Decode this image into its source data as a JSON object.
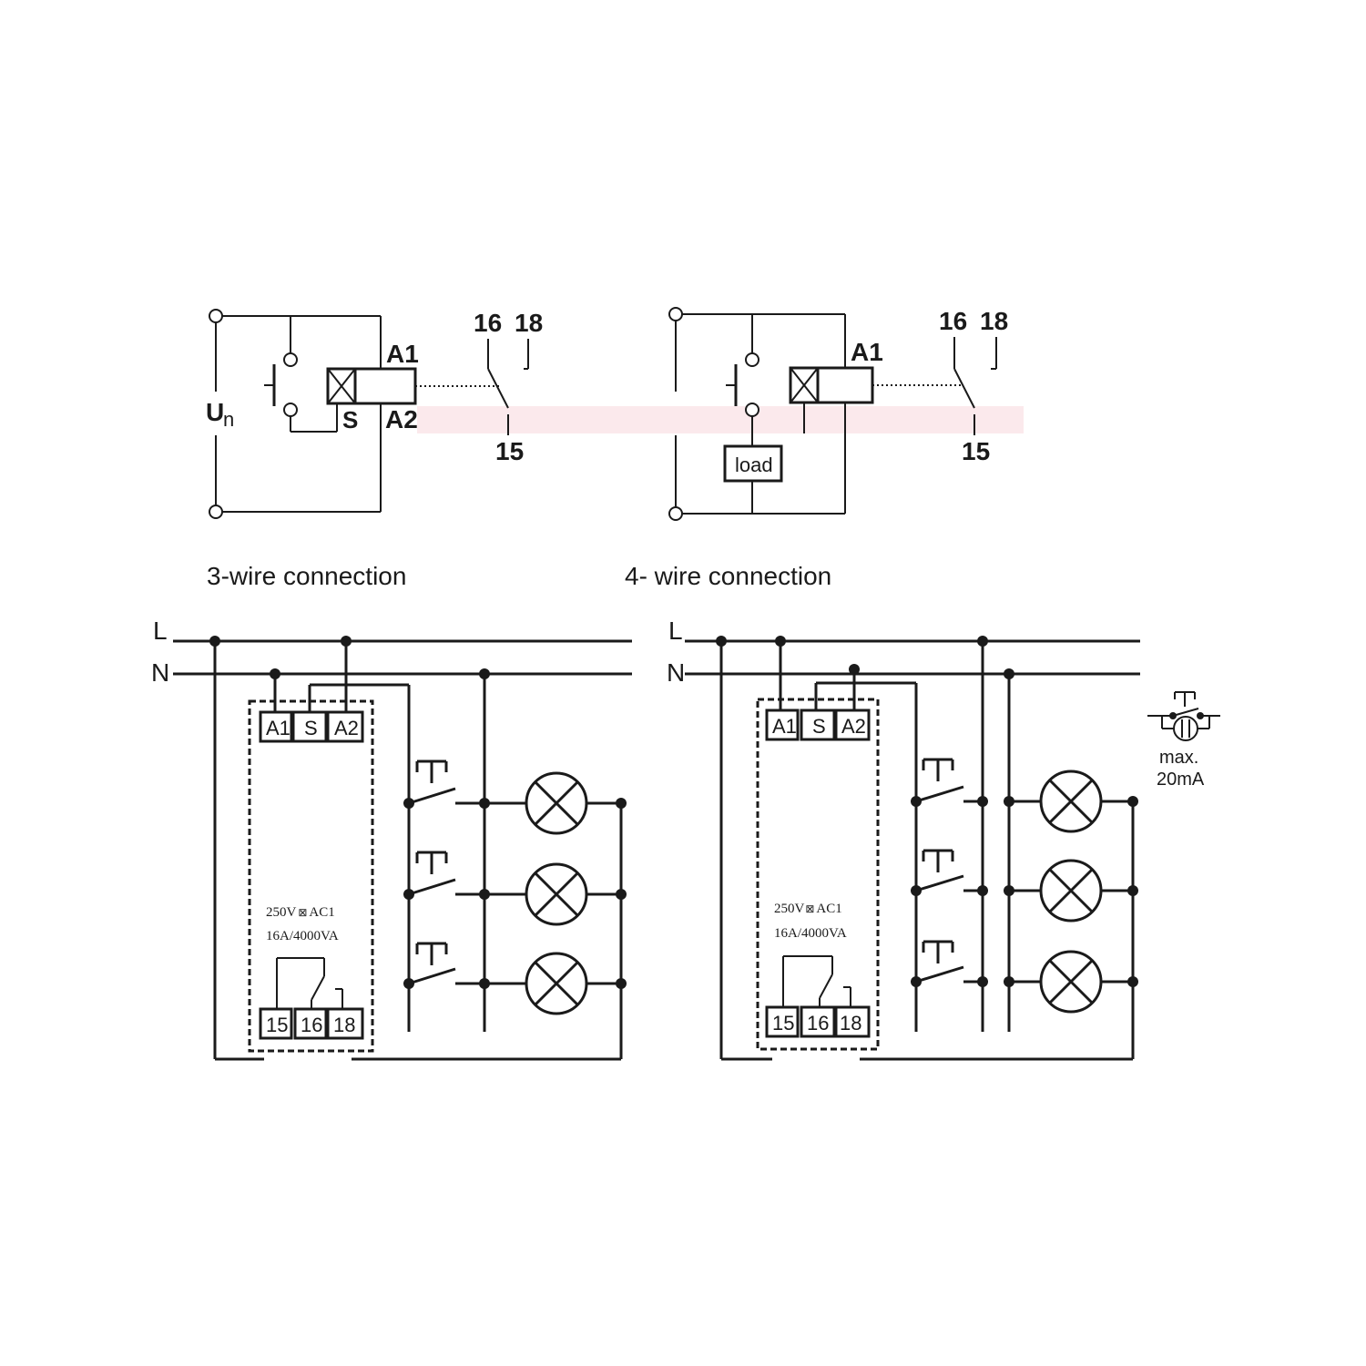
{
  "colors": {
    "line": "#1a1a1a",
    "highlight": "#fbe9ec",
    "background": "#ffffff"
  },
  "top_left": {
    "supply_label": "U",
    "supply_subscript": "n",
    "a1": "A1",
    "a2": "A2",
    "s": "S",
    "t16": "16",
    "t18": "18",
    "t15": "15",
    "caption": "3-wire connection"
  },
  "top_right": {
    "a1": "A1",
    "load": "load",
    "t16": "16",
    "t18": "18",
    "t15": "15",
    "caption": "4- wire connection"
  },
  "bottom_left": {
    "line_l": "L",
    "line_n": "N",
    "terminals_top": [
      "A1",
      "S",
      "A2"
    ],
    "terminals_bottom": [
      "15",
      "16",
      "18"
    ],
    "rating_1_pre": "250V",
    "rating_1_post": "AC1",
    "rating_2": "16A/4000VA"
  },
  "bottom_right": {
    "line_l": "L",
    "line_n": "N",
    "terminals_top": [
      "A1",
      "S",
      "A2"
    ],
    "terminals_bottom": [
      "15",
      "16",
      "18"
    ],
    "rating_1_pre": "250V",
    "rating_1_post": "AC1",
    "rating_2": "16A/4000VA",
    "glow_note_1": "max.",
    "glow_note_2": "20mA"
  }
}
